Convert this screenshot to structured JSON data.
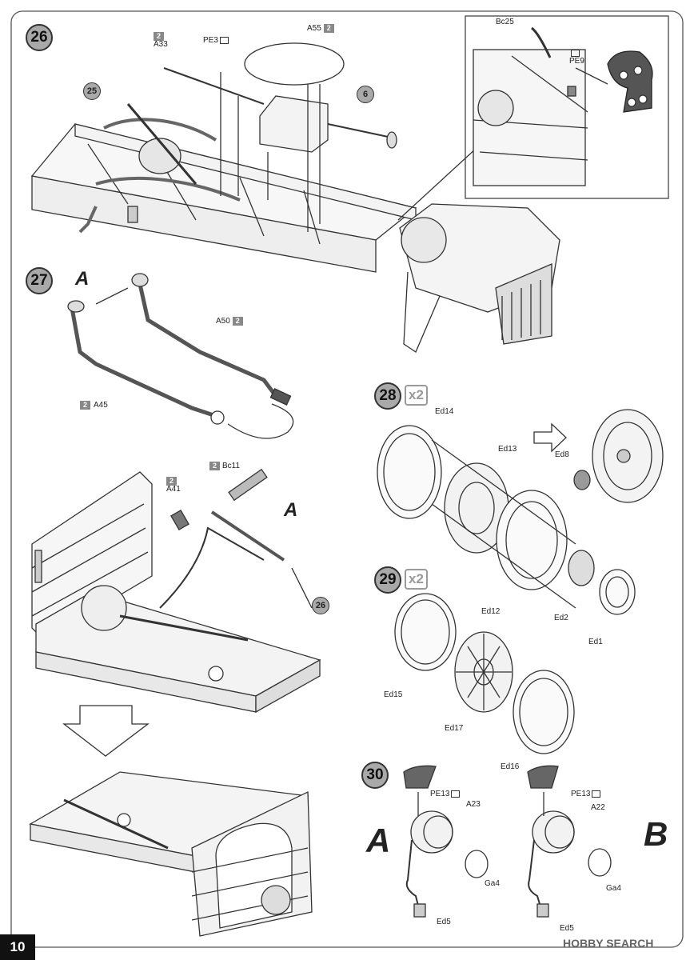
{
  "page_number": "10",
  "watermark": "HOBBY SEARCH",
  "steps": {
    "s26": "26",
    "s25": "25",
    "s6": "6",
    "s27": "27",
    "s28": "28",
    "s29": "29",
    "s30": "30",
    "s26b": "26",
    "qty28": "x2",
    "qty29": "x2"
  },
  "labels": {
    "A33": "A33",
    "PE3": "PE3",
    "A55": "A55",
    "Bc25": "Bc25",
    "PE9": "PE9",
    "A50": "A50",
    "A45": "A45",
    "Bc11": "Bc11",
    "A41": "A41",
    "Ed14": "Ed14",
    "Ed13": "Ed13",
    "Ed8": "Ed8",
    "Ed12": "Ed12",
    "Ed2": "Ed2",
    "Ed1": "Ed1",
    "Ed15": "Ed15",
    "Ed17": "Ed17",
    "Ed16": "Ed16",
    "PE13a": "PE13",
    "A23": "A23",
    "Ga4a": "Ga4",
    "Ed5a": "Ed5",
    "PE13b": "PE13",
    "A22": "A22",
    "Ga4b": "Ga4",
    "Ed5b": "Ed5"
  },
  "sprue_number": "2",
  "variants": {
    "A27": "A",
    "A_mid": "A",
    "A30": "A",
    "B30": "B"
  }
}
